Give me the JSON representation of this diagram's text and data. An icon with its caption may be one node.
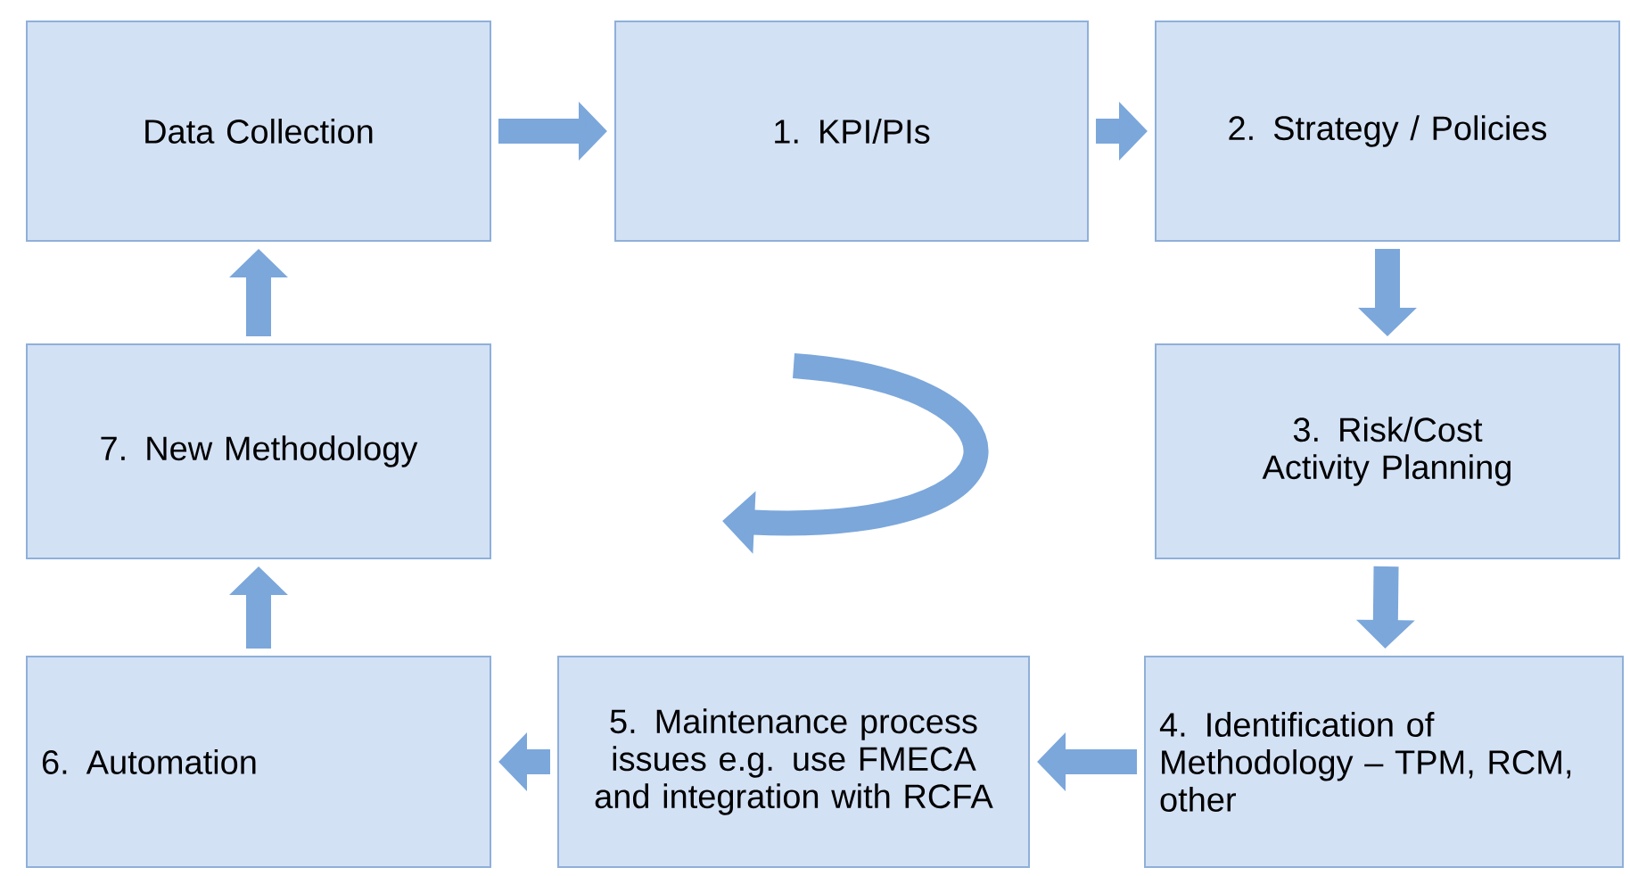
{
  "diagram": {
    "nodes": [
      {
        "text": [
          "Data Collection"
        ]
      },
      {
        "text": [
          "1. KPI/PIs"
        ]
      },
      {
        "text": [
          "2. Strategy / Policies"
        ]
      },
      {
        "text": [
          "3. Risk/Cost Activity Planning"
        ]
      },
      {
        "text": [
          "4. Identification of Methodology – TPM, RCM, other"
        ]
      },
      {
        "text": [
          "5. Maintenance process issues e.g. use FMECA and integration with RCFA"
        ]
      },
      {
        "text": [
          "6. Automation"
        ]
      },
      {
        "text": [
          "7. New Methodology"
        ]
      }
    ],
    "edges": [
      {
        "from": 0,
        "to": 1,
        "arrow": "to"
      },
      {
        "from": 1,
        "to": 2,
        "arrow": "to"
      },
      {
        "from": 2,
        "to": 3,
        "arrow": "to"
      },
      {
        "from": 3,
        "to": 4,
        "arrow": "to"
      },
      {
        "from": 4,
        "to": 5,
        "arrow": "to"
      },
      {
        "from": 5,
        "to": 6,
        "arrow": "to"
      },
      {
        "from": 6,
        "to": 7,
        "arrow": "to"
      },
      {
        "from": 7,
        "to": 0,
        "arrow": "to"
      }
    ]
  }
}
